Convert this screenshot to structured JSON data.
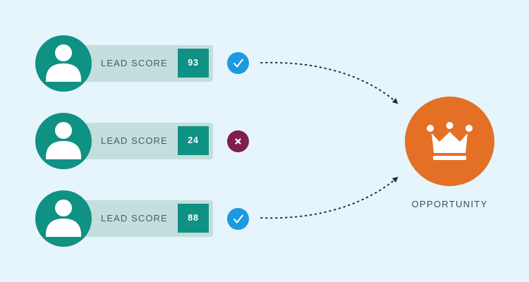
{
  "leads": [
    {
      "label": "LEAD SCORE",
      "score": "93",
      "status": "qualified",
      "status_icon": "checkmark-icon"
    },
    {
      "label": "LEAD SCORE",
      "score": "24",
      "status": "rejected",
      "status_icon": "x-icon"
    },
    {
      "label": "LEAD SCORE",
      "score": "88",
      "status": "qualified",
      "status_icon": "checkmark-icon"
    }
  ],
  "opportunity": {
    "label": "OPPORTUNITY",
    "icon": "crown-icon"
  },
  "colors": {
    "background": "#e6f4fc",
    "teal": "#0f9184",
    "bar": "#c3dedd",
    "pass": "#1c9ae0",
    "fail": "#7e1f4e",
    "opportunity": "#e37024",
    "arrow": "#1d2b4a"
  }
}
